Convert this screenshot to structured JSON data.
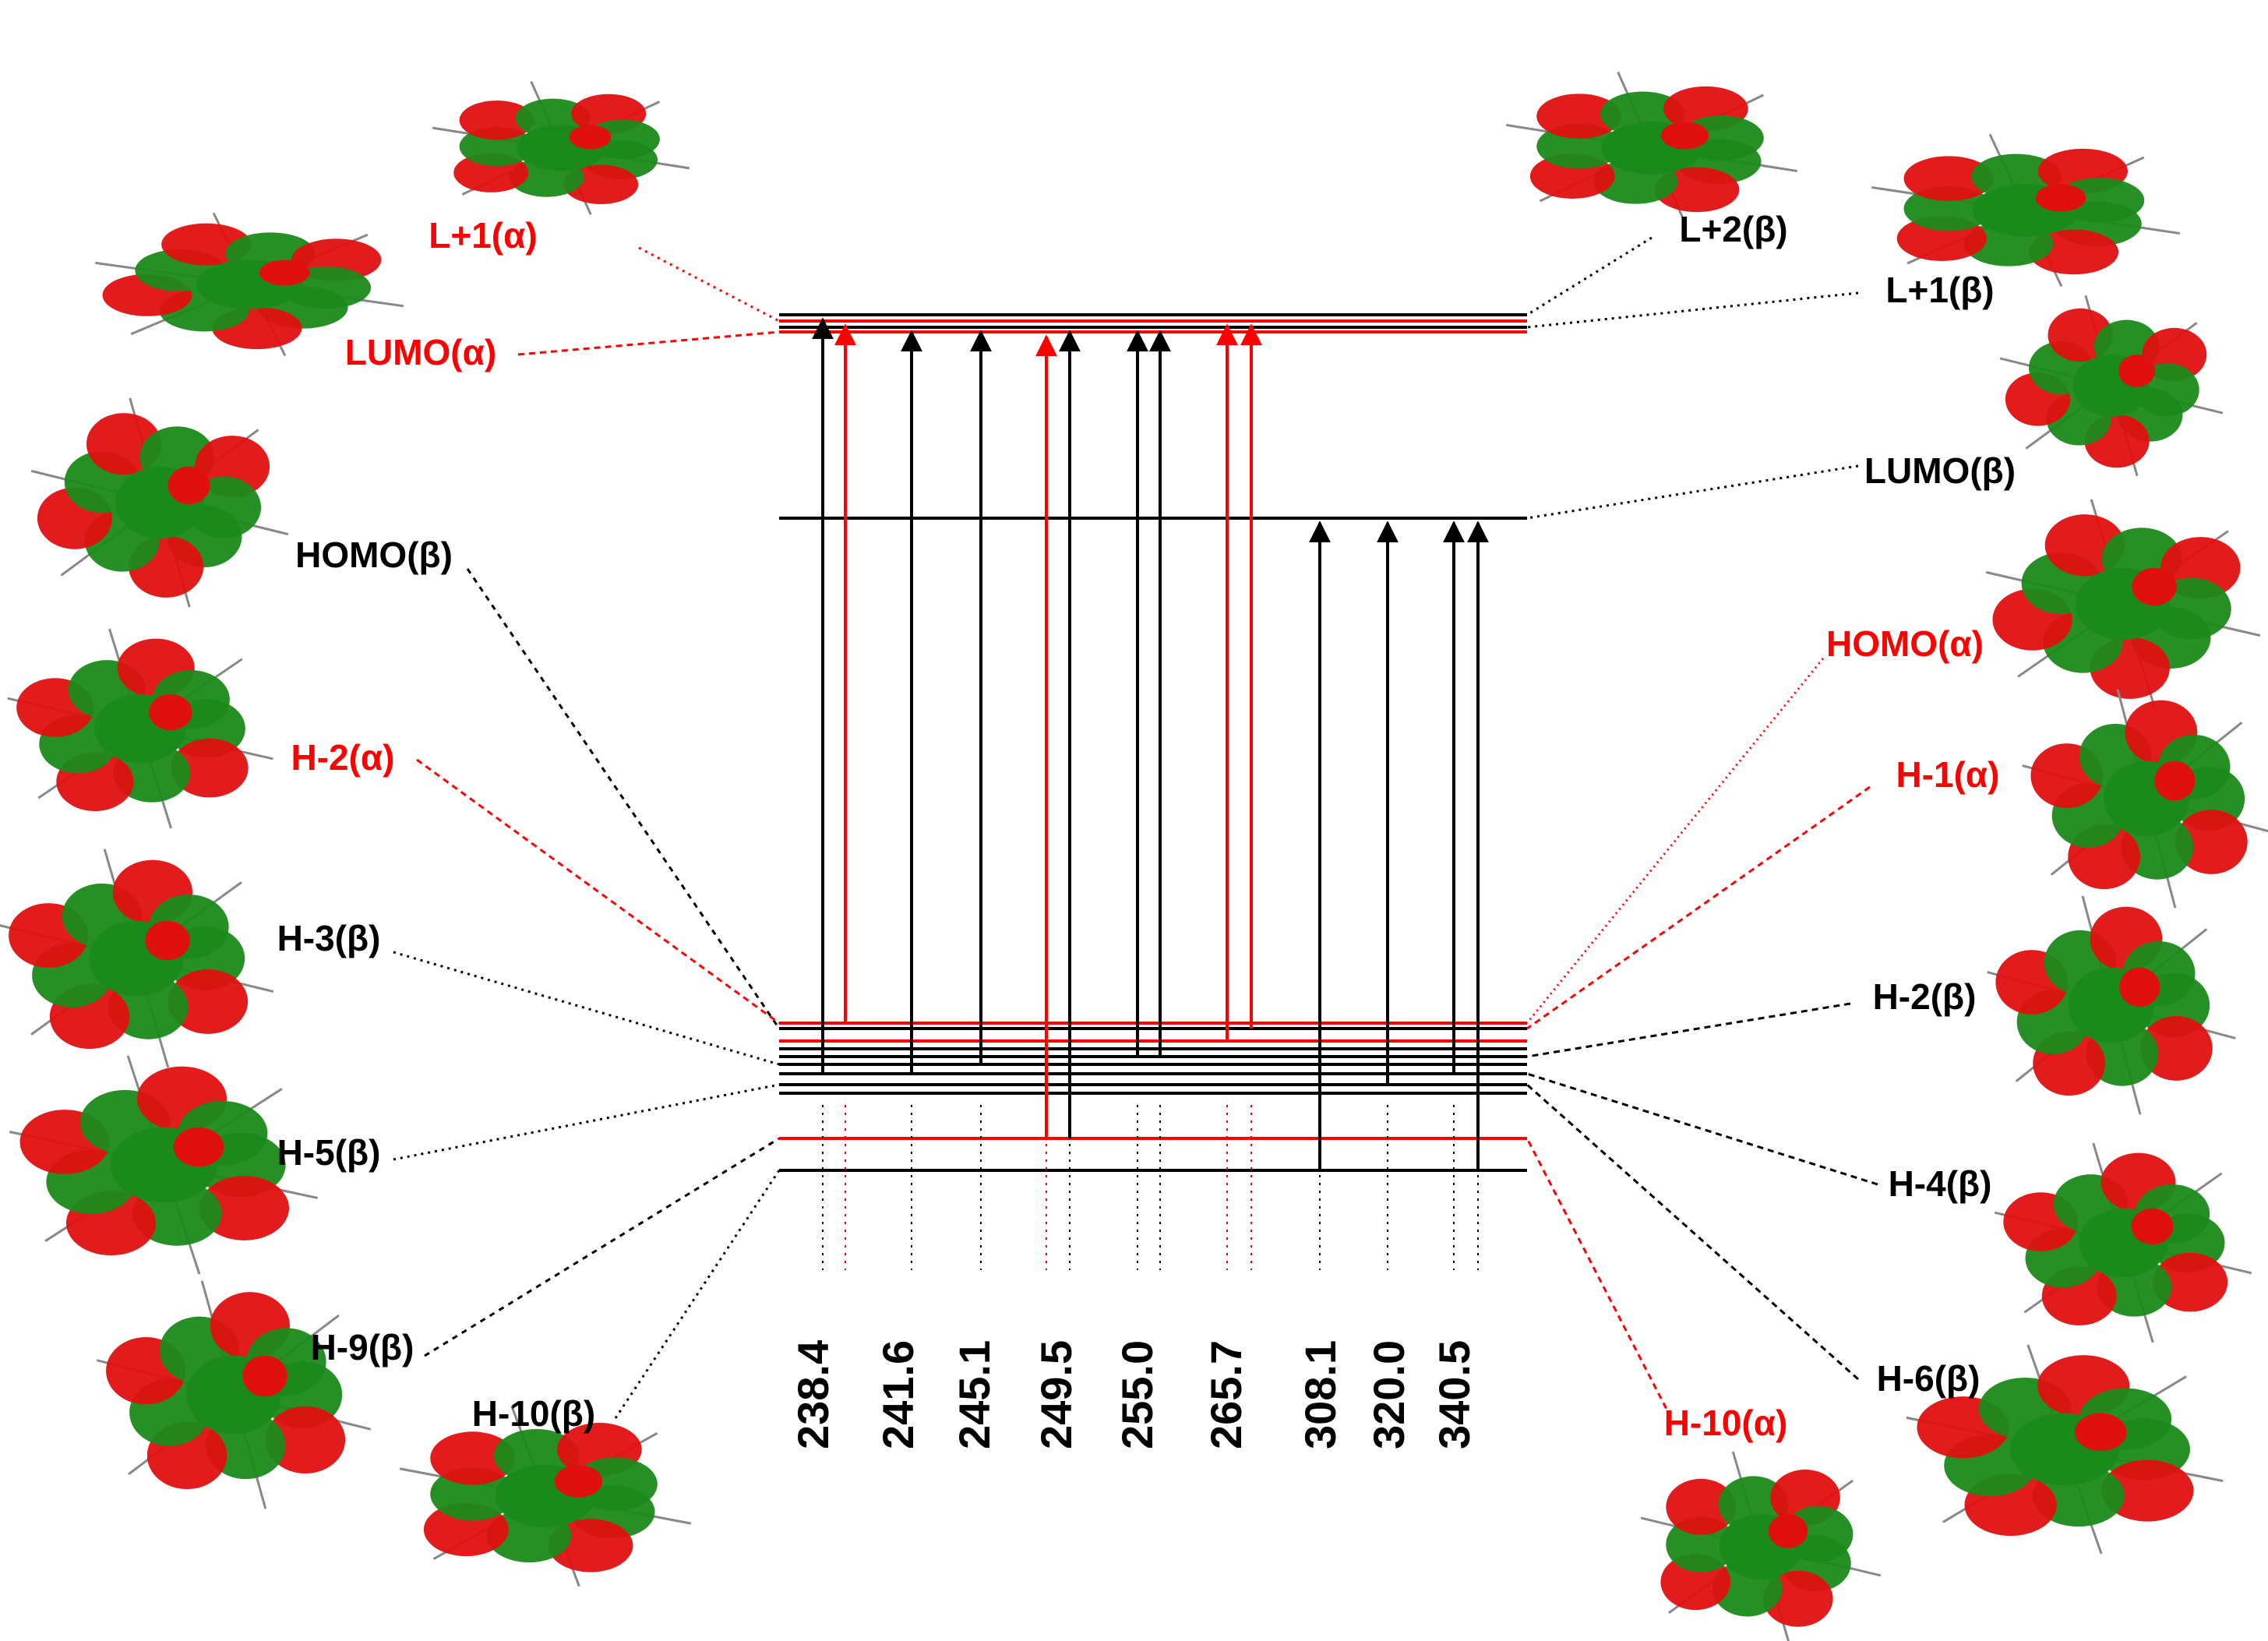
{
  "colors": {
    "alpha": "#ff0000",
    "beta": "#000000",
    "orbital_green": "#1a8a1a",
    "orbital_red": "#e01010"
  },
  "orbitals": [
    {
      "id": "lp1a",
      "label": "L+1(α)",
      "spin": "alpha",
      "group": "virtual"
    },
    {
      "id": "lumoa",
      "label": "LUMO(α)",
      "spin": "alpha",
      "group": "virtual"
    },
    {
      "id": "lp2b",
      "label": "L+2(β)",
      "spin": "beta",
      "group": "virtual"
    },
    {
      "id": "lp1b",
      "label": "L+1(β)",
      "spin": "beta",
      "group": "virtual"
    },
    {
      "id": "lumob",
      "label": "LUMO(β)",
      "spin": "beta",
      "group": "virtual"
    },
    {
      "id": "homob",
      "label": "HOMO(β)",
      "spin": "beta",
      "group": "occupied"
    },
    {
      "id": "h2a",
      "label": "H-2(α)",
      "spin": "alpha",
      "group": "occupied"
    },
    {
      "id": "h3b",
      "label": "H-3(β)",
      "spin": "beta",
      "group": "occupied"
    },
    {
      "id": "h5b",
      "label": "H-5(β)",
      "spin": "beta",
      "group": "occupied"
    },
    {
      "id": "h9b",
      "label": "H-9(β)",
      "spin": "beta",
      "group": "occupied"
    },
    {
      "id": "h10b",
      "label": "H-10(β)",
      "spin": "beta",
      "group": "occupied"
    },
    {
      "id": "homoa",
      "label": "HOMO(α)",
      "spin": "alpha",
      "group": "occupied"
    },
    {
      "id": "h1a",
      "label": "H-1(α)",
      "spin": "alpha",
      "group": "occupied"
    },
    {
      "id": "h2b",
      "label": "H-2(β)",
      "spin": "beta",
      "group": "occupied"
    },
    {
      "id": "h4b",
      "label": "H-4(β)",
      "spin": "beta",
      "group": "occupied"
    },
    {
      "id": "h6b",
      "label": "H-6(β)",
      "spin": "beta",
      "group": "occupied"
    },
    {
      "id": "h10a",
      "label": "H-10(α)",
      "spin": "alpha",
      "group": "occupied"
    }
  ],
  "transitions": [
    {
      "wavelength": "238.4",
      "components": [
        {
          "spin": "beta"
        },
        {
          "spin": "alpha"
        }
      ]
    },
    {
      "wavelength": "241.6",
      "components": [
        {
          "spin": "beta"
        }
      ]
    },
    {
      "wavelength": "245.1",
      "components": [
        {
          "spin": "beta"
        }
      ]
    },
    {
      "wavelength": "249.5",
      "components": [
        {
          "spin": "alpha"
        },
        {
          "spin": "beta"
        }
      ]
    },
    {
      "wavelength": "255.0",
      "components": [
        {
          "spin": "beta"
        },
        {
          "spin": "beta"
        }
      ]
    },
    {
      "wavelength": "265.7",
      "components": [
        {
          "spin": "alpha"
        },
        {
          "spin": "alpha"
        }
      ]
    },
    {
      "wavelength": "308.1",
      "components": [
        {
          "spin": "beta"
        }
      ]
    },
    {
      "wavelength": "320.0",
      "components": [
        {
          "spin": "beta"
        }
      ]
    },
    {
      "wavelength": "340.5",
      "components": [
        {
          "spin": "beta"
        },
        {
          "spin": "beta"
        }
      ]
    }
  ]
}
